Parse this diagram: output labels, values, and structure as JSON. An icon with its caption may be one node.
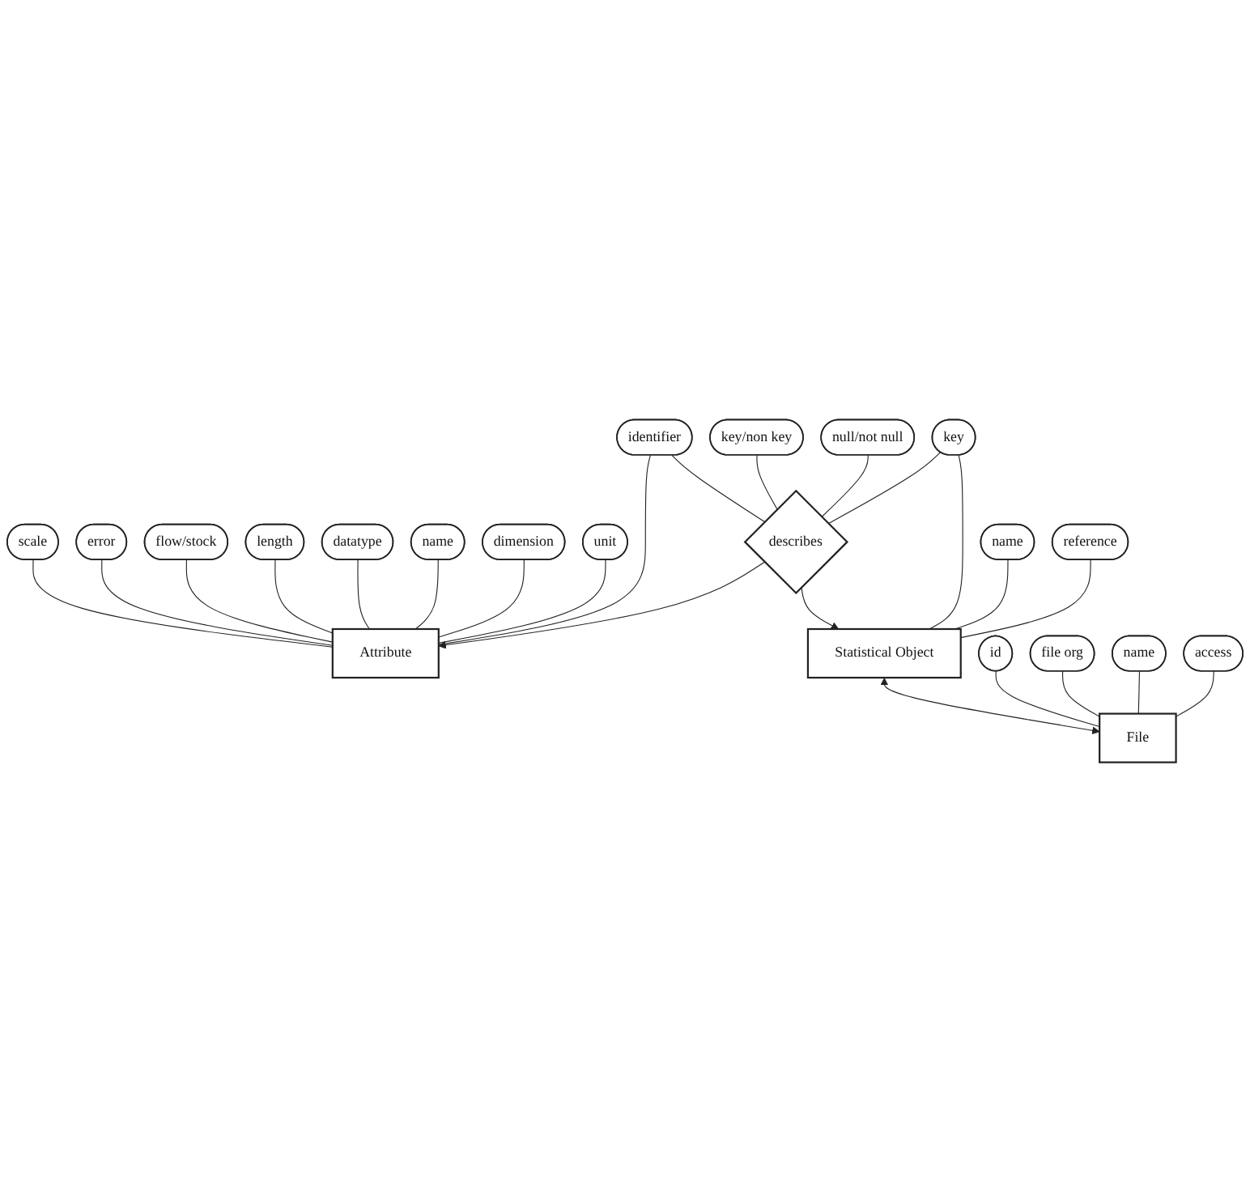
{
  "diagram": {
    "nodes": [
      {
        "text": [
          "scale"
        ]
      },
      {
        "text": [
          "error"
        ]
      },
      {
        "text": [
          "flow/stock"
        ]
      },
      {
        "text": [
          "length"
        ]
      },
      {
        "text": [
          "datatype"
        ]
      },
      {
        "text": [
          "name"
        ]
      },
      {
        "text": [
          "dimension"
        ]
      },
      {
        "text": [
          "Attribute"
        ]
      },
      {
        "text": [
          "unit"
        ]
      },
      {
        "text": [
          "identifier"
        ]
      },
      {
        "text": [
          "key/non key"
        ]
      },
      {
        "text": [
          "describes"
        ]
      },
      {
        "text": [
          "null/not null"
        ]
      },
      {
        "text": [
          "name"
        ]
      },
      {
        "text": [
          "key"
        ]
      },
      {
        "text": [
          "Statistical Object"
        ]
      },
      {
        "text": [
          "reference"
        ]
      },
      {
        "text": [
          "id"
        ]
      },
      {
        "text": [
          "file org"
        ]
      },
      {
        "text": [
          "File"
        ]
      },
      {
        "text": [
          "name"
        ]
      },
      {
        "text": [
          "access"
        ]
      }
    ],
    "edges": [
      {
        "from": 0,
        "to": 7,
        "arrow": "none"
      },
      {
        "from": 1,
        "to": 7,
        "arrow": "none"
      },
      {
        "from": 2,
        "to": 7,
        "arrow": "none"
      },
      {
        "from": 3,
        "to": 7,
        "arrow": "none"
      },
      {
        "from": 4,
        "to": 7,
        "arrow": "none"
      },
      {
        "from": 5,
        "to": 7,
        "arrow": "none"
      },
      {
        "from": 6,
        "to": 7,
        "arrow": "none"
      },
      {
        "from": 8,
        "to": 7,
        "arrow": "none"
      },
      {
        "from": 9,
        "to": 7,
        "arrow": "none"
      },
      {
        "from": 11,
        "to": 7,
        "arrow": "to"
      },
      {
        "from": 9,
        "to": 11,
        "arrow": "none"
      },
      {
        "from": 10,
        "to": 11,
        "arrow": "none"
      },
      {
        "from": 12,
        "to": 11,
        "arrow": "none"
      },
      {
        "from": 14,
        "to": 11,
        "arrow": "none"
      },
      {
        "from": 11,
        "to": 15,
        "arrow": "to"
      },
      {
        "from": 14,
        "to": 15,
        "arrow": "none"
      },
      {
        "from": 13,
        "to": 15,
        "arrow": "none"
      },
      {
        "from": 16,
        "to": 15,
        "arrow": "none"
      },
      {
        "from": 15,
        "to": 19,
        "arrow": "both"
      },
      {
        "from": 17,
        "to": 19,
        "arrow": "none"
      },
      {
        "from": 18,
        "to": 19,
        "arrow": "none"
      },
      {
        "from": 20,
        "to": 19,
        "arrow": "none"
      },
      {
        "from": 21,
        "to": 19,
        "arrow": "none"
      }
    ]
  }
}
